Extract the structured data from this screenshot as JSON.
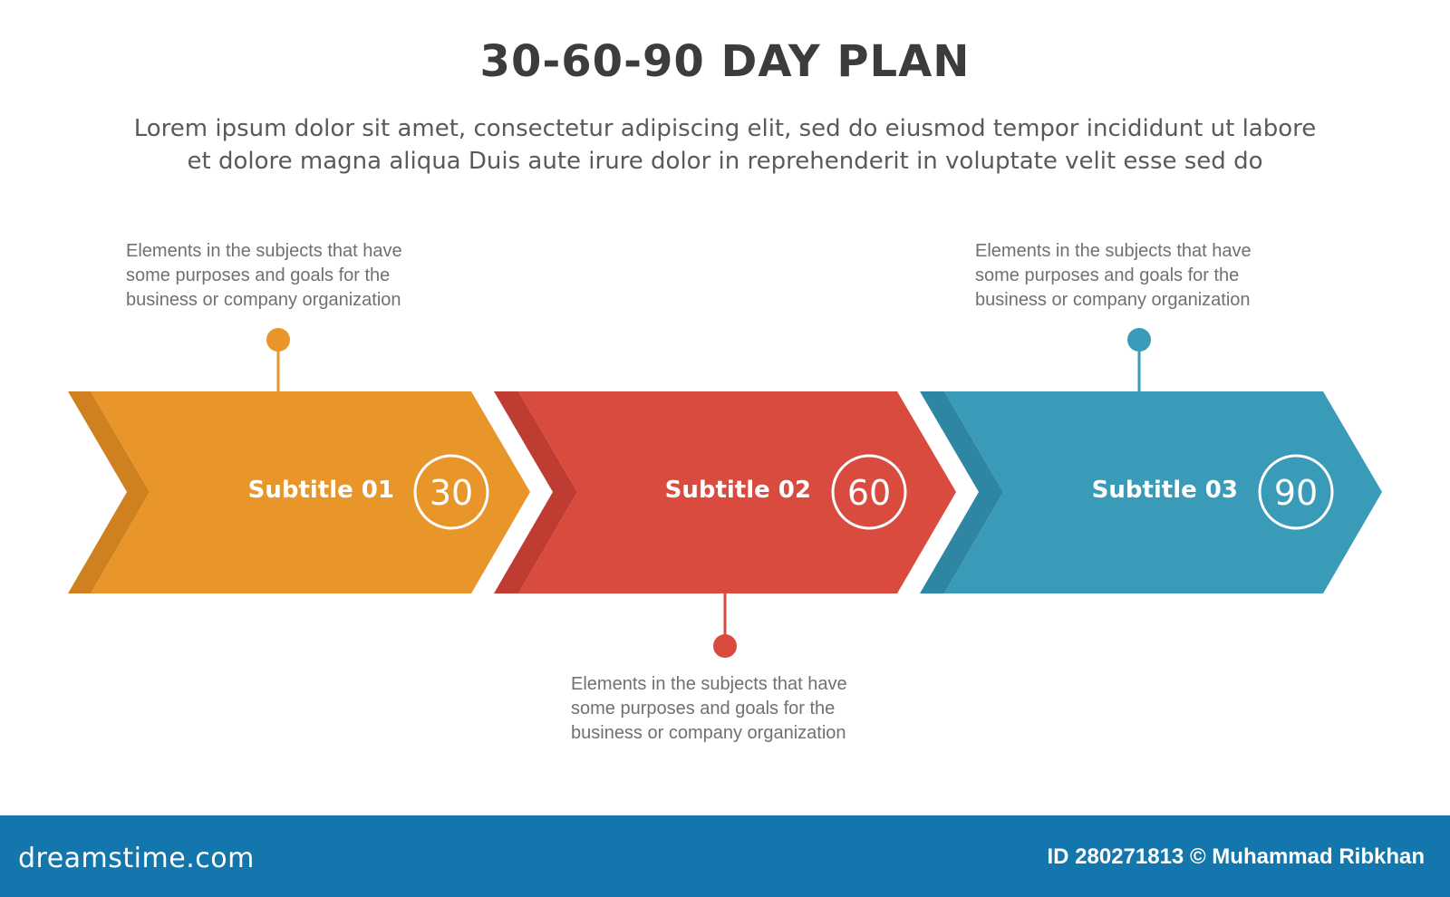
{
  "header": {
    "title": "30-60-90 DAY PLAN",
    "lines": [
      "Lorem ipsum dolor sit amet, consectetur adipiscing elit, sed do eiusmod tempor incididunt ut labore",
      "et dolore magna aliqua Duis aute irure dolor in reprehenderit in voluptate velit esse sed do"
    ]
  },
  "steps": [
    {
      "label": "Subtitle 01",
      "number": "30",
      "color": "#e8952a",
      "dark": "#d0811f",
      "description": [
        "Elements in the subjects that have",
        "some purposes and goals for the",
        "business or company organization"
      ]
    },
    {
      "label": "Subtitle 02",
      "number": "60",
      "color": "#d84b3e",
      "dark": "#bf3c33",
      "description": [
        "Elements in the subjects that have",
        "some purposes and goals for the",
        "business or company organization"
      ]
    },
    {
      "label": "Subtitle 03",
      "number": "90",
      "color": "#3a9bb9",
      "dark": "#2f86a3",
      "description": [
        "Elements in the subjects that have",
        "some purposes and goals for the",
        "business or company organization"
      ]
    }
  ],
  "footer": {
    "logo": "dreamstime.com",
    "credit": "ID 280271813 © Muhammad Ribkhan",
    "color": "#1376ac"
  }
}
